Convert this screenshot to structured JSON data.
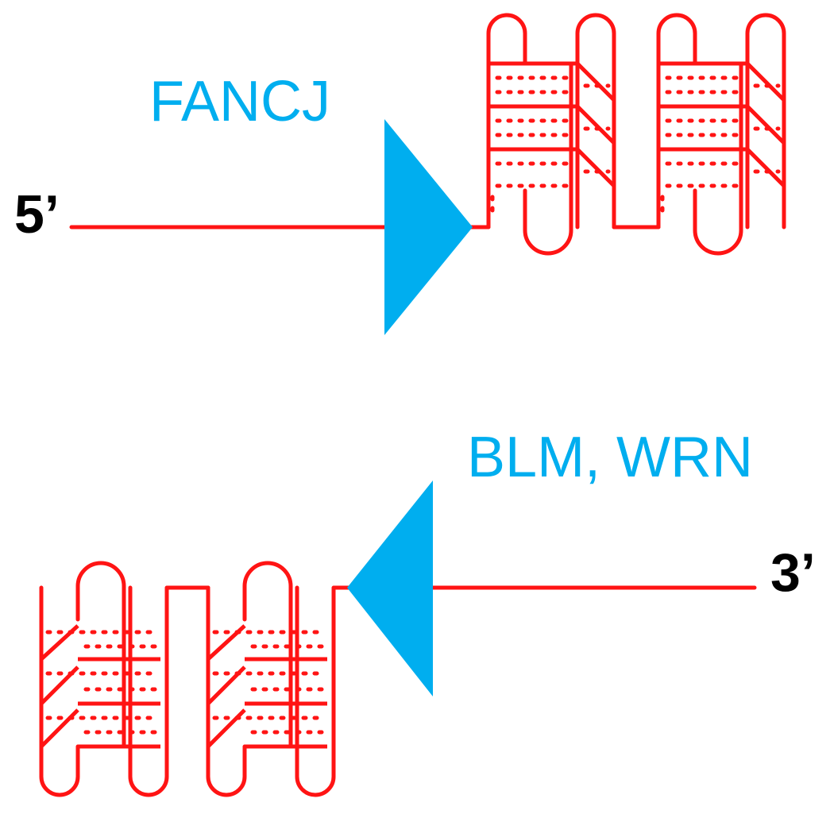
{
  "colors": {
    "dna_strand": "#FF1414",
    "helicase": "#00AEEF",
    "end_label": "#000000"
  },
  "top_panel": {
    "helicase_label": "FANCJ",
    "strand_end_label": "5’",
    "translocation_direction": "5’ to 3’",
    "structure": "G-quadruplex"
  },
  "bottom_panel": {
    "helicase_label": "BLM, WRN",
    "strand_end_label": "3’",
    "translocation_direction": "3’ to 5’",
    "structure": "G-quadruplex"
  }
}
